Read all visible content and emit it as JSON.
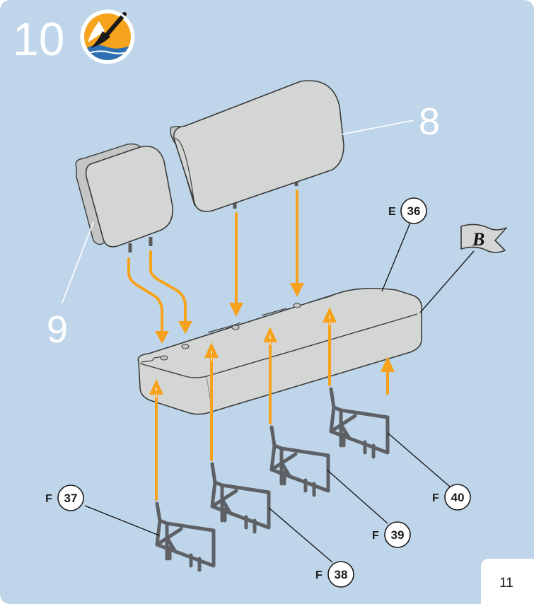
{
  "step_number": "10",
  "paint_icon": "paint-brush-icon",
  "callouts": {
    "headrest_large": "8",
    "headrest_small": "9"
  },
  "parts": [
    {
      "sprue": "E",
      "number": "36"
    },
    {
      "sprue": "F",
      "number": "37"
    },
    {
      "sprue": "F",
      "number": "38"
    },
    {
      "sprue": "F",
      "number": "39"
    },
    {
      "sprue": "F",
      "number": "40"
    }
  ],
  "flag_label": "B",
  "page_number": "11",
  "colors": {
    "background": "#bfd6ea",
    "arrow": "#f7a21c",
    "part": "#d3d6d4",
    "bracket": "#5d6064"
  }
}
